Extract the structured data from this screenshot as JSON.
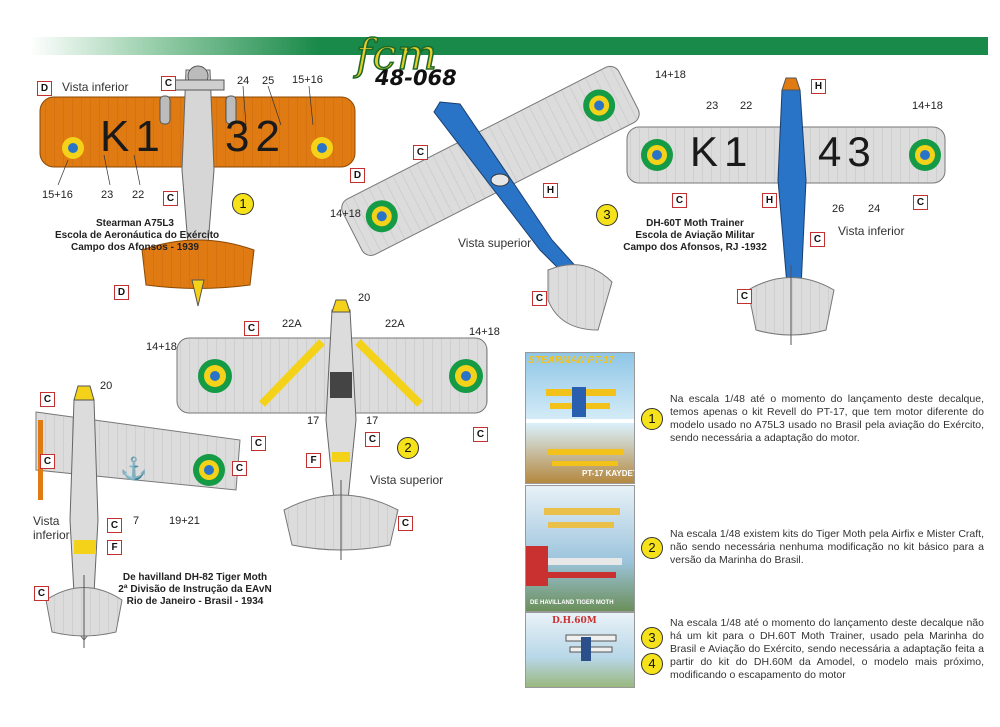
{
  "header": {
    "brand": "fcm",
    "code": "48-068",
    "band_color": "#1a8a4a"
  },
  "colors": {
    "orange": "#e07a12",
    "silver": "#d8d8d8",
    "blue": "#2a74c8",
    "yellow": "#f3d219",
    "green": "#159a45"
  },
  "aircraft": [
    {
      "number": "1",
      "view": "Vista inferior",
      "registration_left": "K1",
      "registration_right": "32",
      "caption": [
        "Stearman A75L3",
        "Escola de Aeronáutica do Exército",
        "Campo dos Afonsos - 1939"
      ],
      "callouts": [
        "24",
        "25",
        "15+16",
        "15+16",
        "23",
        "22"
      ]
    },
    {
      "number": "2",
      "view_top": "Vista superior",
      "view_bottom": "Vista inferior",
      "caption": [
        "De havilland DH-82 Tiger Moth",
        "2ª Divisão de Instrução da EAvN",
        "Rio de Janeiro - Brasil - 1934"
      ],
      "callouts": [
        "20",
        "22A",
        "22A",
        "14+18",
        "14+18",
        "17",
        "17",
        "20",
        "7",
        "19+21"
      ]
    },
    {
      "number": "3",
      "view_top": "Vista superior",
      "view_bottom": "Vista inferior",
      "registration_left": "K1",
      "registration_right": "43",
      "caption": [
        "DH-60T Moth Trainer",
        "Escola de Aviação Militar",
        "Campo dos Afonsos, RJ -1932"
      ],
      "callouts": [
        "14+18",
        "14+18",
        "23",
        "22",
        "14+18",
        "26",
        "24"
      ]
    }
  ],
  "tags": {
    "c": "C",
    "d": "D",
    "f": "F",
    "h": "H"
  },
  "notes": [
    {
      "badges": [
        "1"
      ],
      "text": "Na escala 1/48 até o momento do lançamento deste decalque, temos apenas o kit Revell do PT-17, que tem motor diferente do modelo usado no A75L3 usado no Brasil pela aviação do Exército, sendo necessária a adaptação do motor."
    },
    {
      "badges": [
        "2"
      ],
      "text": "Na escala 1/48 existem kits do Tiger Moth pela Airfix e Mister Craft, não sendo necessária nenhuma modificação no kit básico para a versão da Marinha do Brasil."
    },
    {
      "badges": [
        "3",
        "4"
      ],
      "text": "Na escala 1/48 até o momento do lançamento deste decalque não há um kit para o DH.60T Moth Trainer, usado pela Marinha do Brasil e Aviação do Exército, sendo necessária a adaptação feita a partir do kit do DH.60M da Amodel, o modelo mais próximo, modificando o escapamento do motor"
    }
  ],
  "kit_boxes": {
    "box1_title": "STEARMAN PT-17",
    "box1_sub": "PT-17 KAYDET",
    "box2_label": "DE HAVILLAND TIGER MOTH",
    "box3_title": "D.H.60M"
  }
}
